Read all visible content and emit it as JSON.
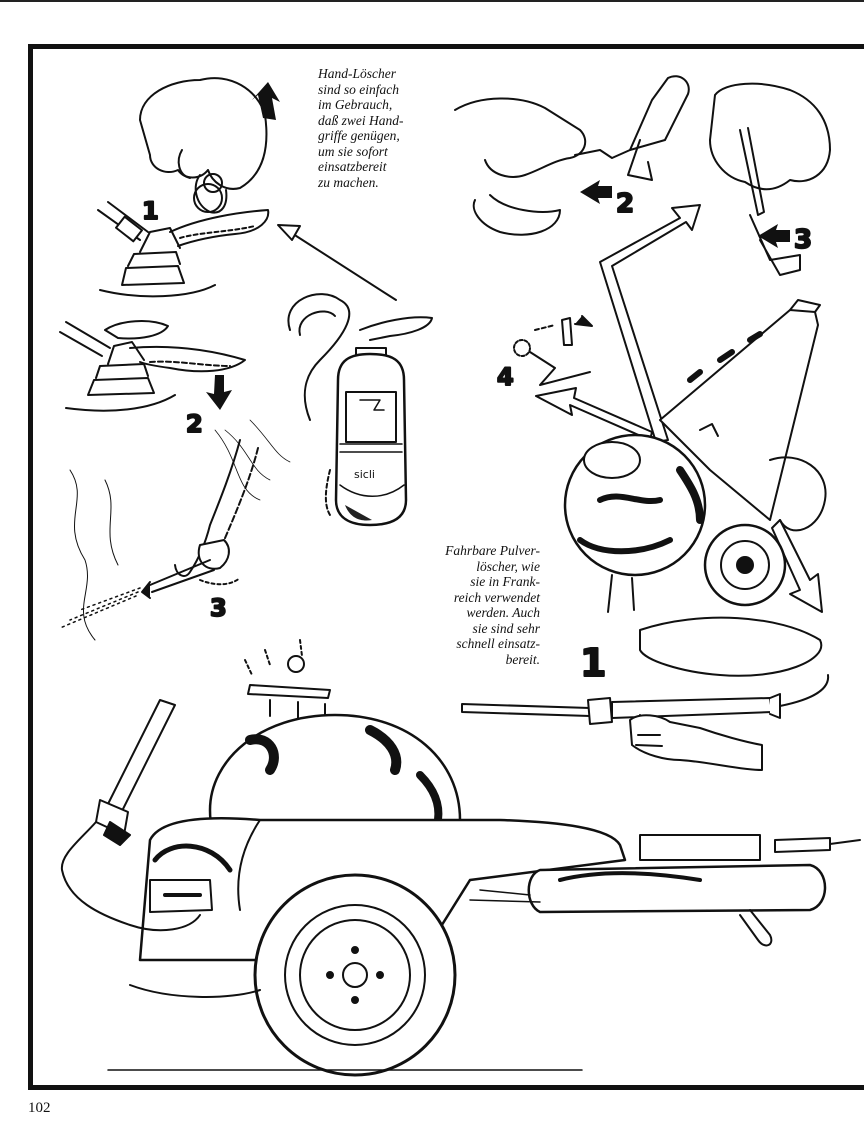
{
  "captions": {
    "hand_loescher": [
      "Hand-Löscher",
      "sind so einfach",
      "im Gebrauch,",
      "daß zwei Hand-",
      "griffe genügen,",
      "um sie sofort",
      "einsatzbereit",
      "zu machen."
    ],
    "fahrbare": [
      "Fahrbare Pulver-",
      "löscher, wie",
      "sie in Frank-",
      "reich verwendet",
      "werden. Auch",
      "sie sind sehr",
      "schnell einsatz-",
      "bereit."
    ]
  },
  "step_numbers": {
    "hand_1": "1",
    "hand_2": "2",
    "hand_3": "3",
    "cart_2": "2",
    "cart_3": "3",
    "cart_4": "4",
    "cart_1": "1"
  },
  "extinguisher_label": "sicli",
  "page_number": "102"
}
